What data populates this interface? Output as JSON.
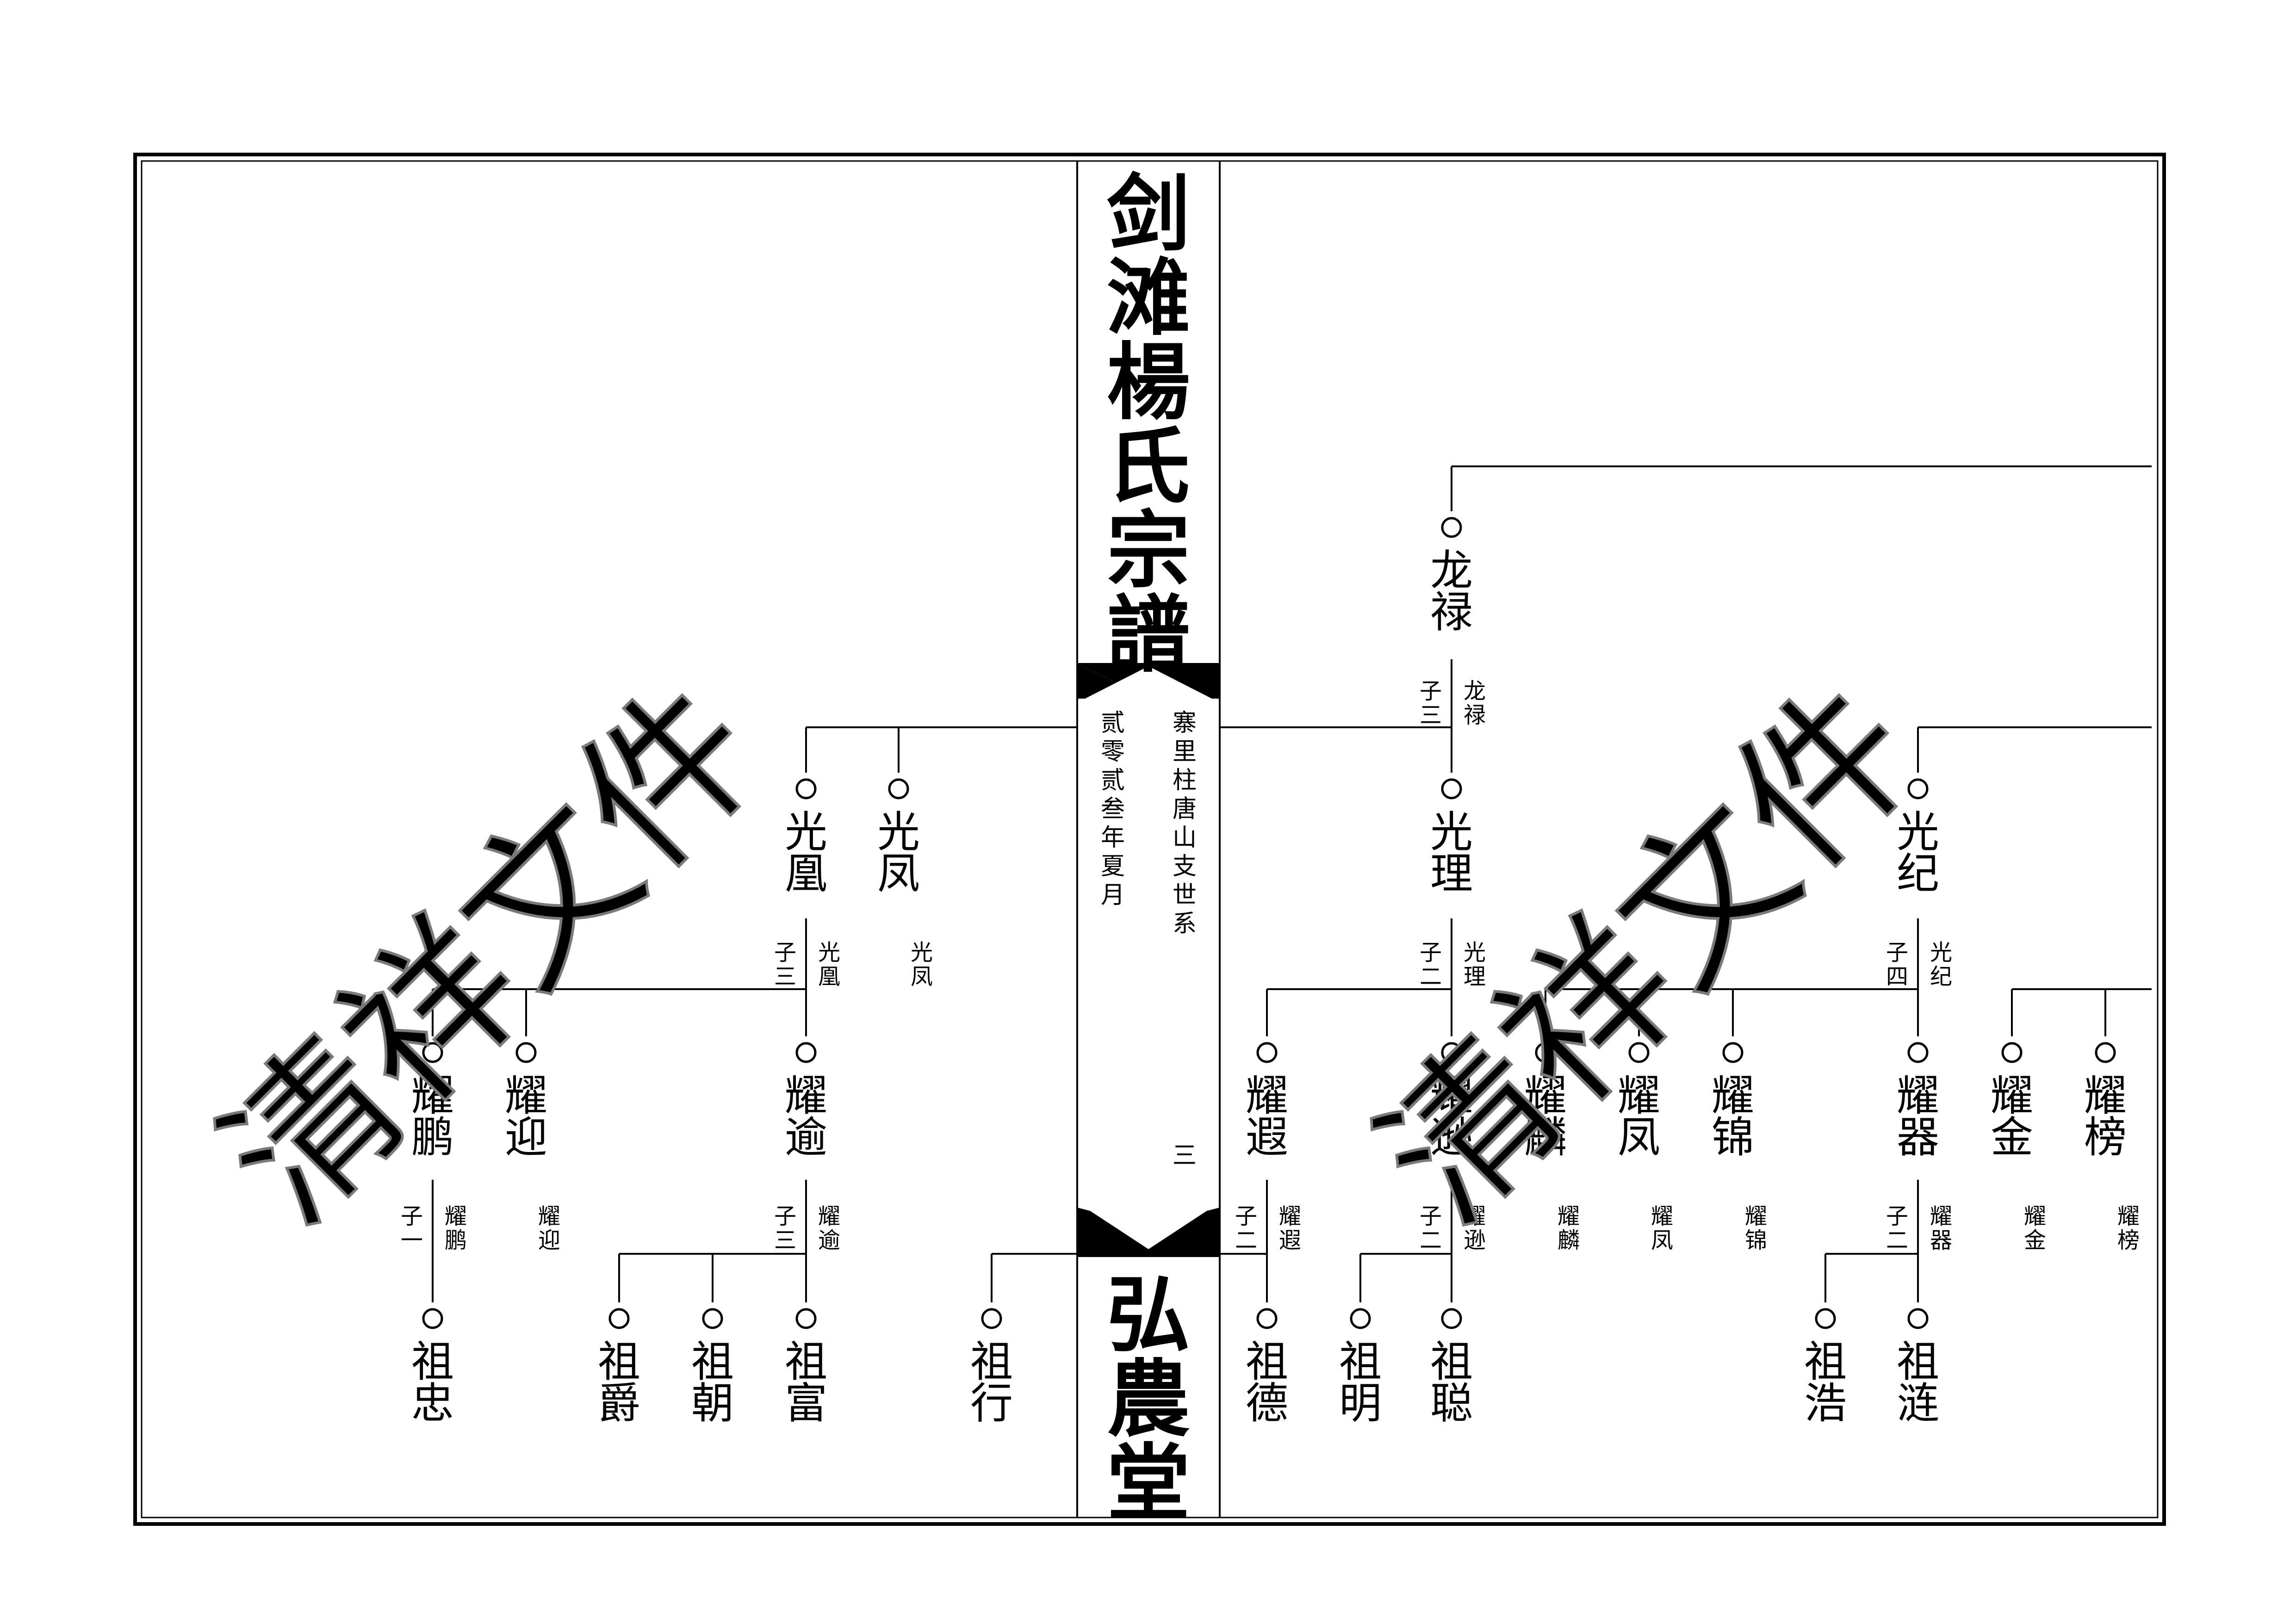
{
  "spine": {
    "title": "剑滩楊氏宗譜",
    "hall": "弘農堂",
    "branch": "寨里柱唐山支世系",
    "date": "贰零贰叁年夏月",
    "page_number": "三"
  },
  "watermark": "清祥文件",
  "colors": {
    "ink": "#000000",
    "watermark_fill": "#dcdcdc",
    "watermark_stroke": "#7a7a7a"
  },
  "families": [
    {
      "father": "龙禄",
      "count": "子三",
      "children": [
        "光理"
      ]
    },
    {
      "father": "光理",
      "count": "子二",
      "children": [
        "耀遐",
        "耀逊"
      ]
    },
    {
      "father": "光纪",
      "count": "子四",
      "children": [
        "耀麟",
        "耀凤",
        "耀锦",
        "耀器"
      ]
    },
    {
      "father": "耀遐",
      "count": "子二",
      "children": [
        "祖德"
      ]
    },
    {
      "father": "耀逊",
      "count": "子二",
      "children": [
        "祖明",
        "祖聪"
      ]
    },
    {
      "father": "耀器",
      "count": "子二",
      "children": [
        "祖浩",
        "祖涟"
      ]
    },
    {
      "father": "光凰",
      "count": "子三",
      "children": [
        "耀鹏",
        "耀迎",
        "耀逾"
      ]
    },
    {
      "father": "耀鹏",
      "count": "子一",
      "children": [
        "祖忠"
      ]
    },
    {
      "father": "耀逾",
      "count": "子三",
      "children": [
        "祖爵",
        "祖朝",
        "祖富"
      ]
    }
  ],
  "people": [
    "龙禄",
    "光理",
    "光纪",
    "光凰",
    "光凤",
    "耀遐",
    "耀逊",
    "耀麟",
    "耀凤",
    "耀锦",
    "耀器",
    "耀金",
    "耀榜",
    "耀鹏",
    "耀迎",
    "耀逾",
    "祖德",
    "祖明",
    "祖聪",
    "祖浩",
    "祖涟",
    "祖忠",
    "祖爵",
    "祖朝",
    "祖富",
    "祖行"
  ]
}
